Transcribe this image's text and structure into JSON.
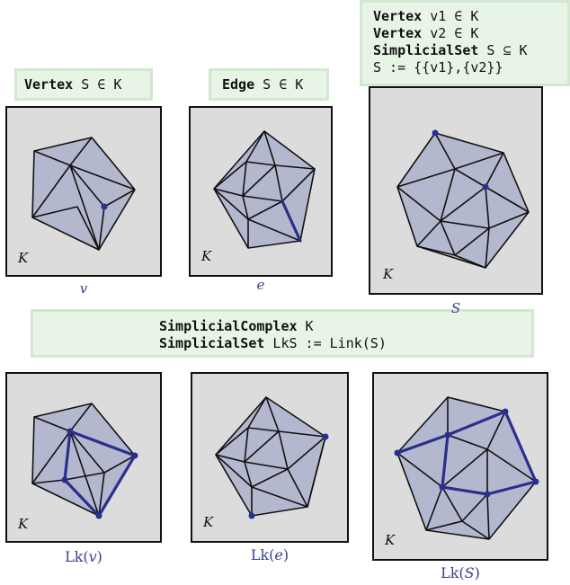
{
  "code_boxes": {
    "vertex": {
      "keyword": "Vertex",
      "rest": " S ∈ K"
    },
    "edge": {
      "keyword": "Edge",
      "rest": " S ∈ K"
    },
    "set": {
      "line1_kw": "Vertex",
      "line1_rest": " v1 ∈ K",
      "line2_kw": "Vertex",
      "line2_rest": " v2 ∈ K",
      "line3_kw": "SimplicialSet",
      "line3_rest": " S ⊆ K",
      "line4": "S := {{v1},{v2}}"
    },
    "link": {
      "line1_kw": "SimplicialComplex",
      "line1_rest": " K",
      "line2_kw": "SimplicialSet",
      "line2_rest": " LkS := Link(S)"
    }
  },
  "panels": {
    "top_v": {
      "label": "K",
      "caption": "v"
    },
    "top_e": {
      "label": "K",
      "caption": "e"
    },
    "top_s": {
      "label": "K",
      "caption": "S"
    },
    "bot_v": {
      "label": "K",
      "caption_fn": "Lk(",
      "caption_var": "v",
      "caption_end": ")"
    },
    "bot_e": {
      "label": "K",
      "caption_fn": "Lk(",
      "caption_var": "e",
      "caption_end": ")"
    },
    "bot_s": {
      "label": "K",
      "caption_fn": "Lk(",
      "caption_var": "S",
      "caption_end": ")"
    }
  },
  "colors": {
    "panel_bg": "#dcdcdc",
    "mesh_fill": "#b4b8cf",
    "mesh_stroke": "#111111",
    "highlight": "#2a2f8c",
    "code_bg": "#e8f5e6"
  }
}
